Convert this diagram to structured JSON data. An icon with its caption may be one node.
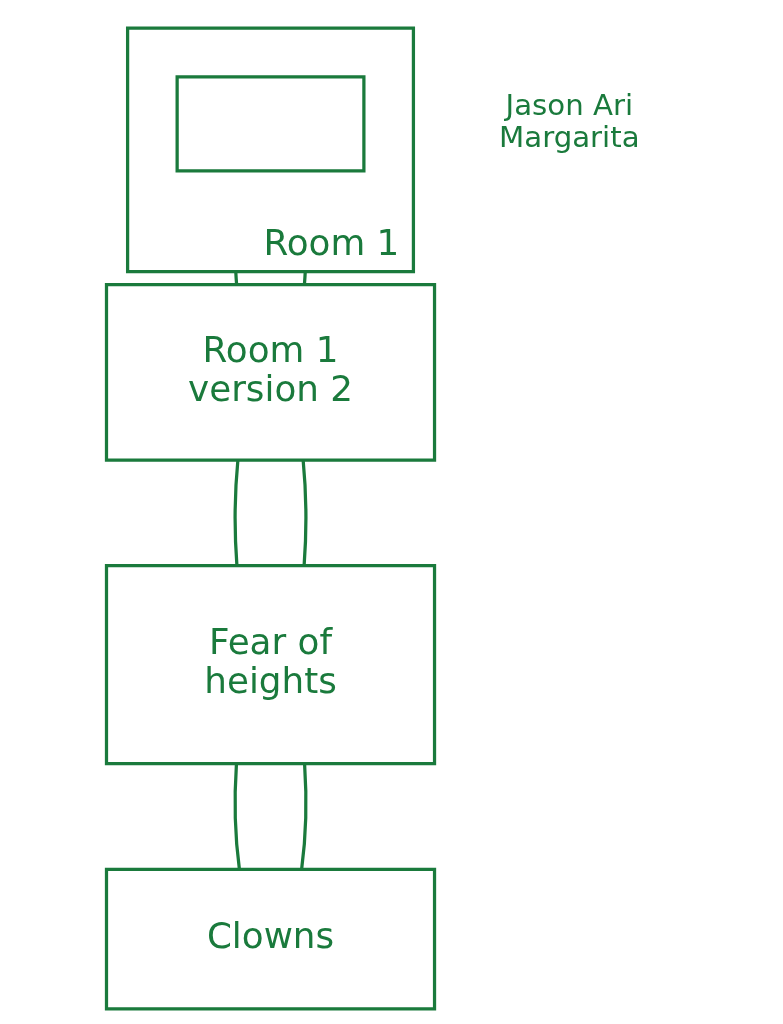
{
  "diagram": {
    "nodes": [
      {
        "text": [
          "Room 1"
        ]
      },
      {
        "text": [],
        "shape": "box",
        "in": 0
      },
      {
        "text": [
          "Room 1 version 2"
        ]
      },
      {
        "text": [
          "Fear of heights"
        ]
      },
      {
        "text": [
          "Clowns"
        ]
      }
    ],
    "edges": [
      {
        "from": 0,
        "to": 2,
        "arrow": "none"
      },
      {
        "from": 0,
        "to": 2,
        "arrow": "none"
      },
      {
        "from": 2,
        "to": 3,
        "arrow": "none"
      },
      {
        "from": 2,
        "to": 3,
        "arrow": "none"
      },
      {
        "from": 3,
        "to": 4,
        "arrow": "none"
      },
      {
        "from": 3,
        "to": 4,
        "arrow": "none"
      }
    ],
    "labels": [
      "Jason Ari Margarita"
    ]
  }
}
